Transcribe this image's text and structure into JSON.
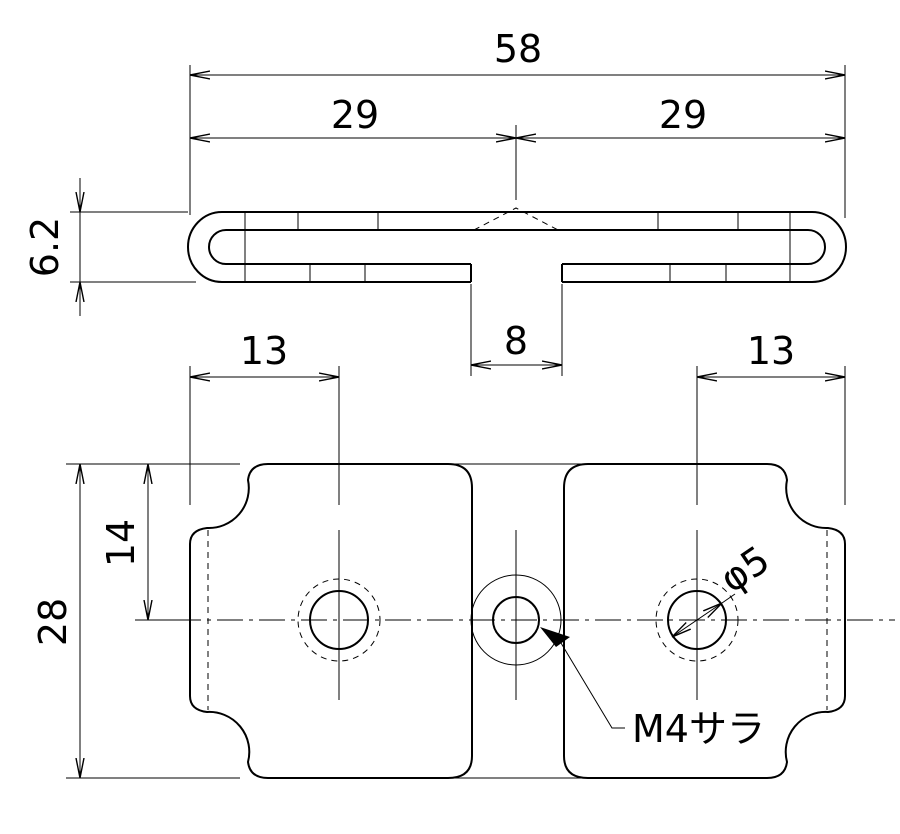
{
  "dimensions": {
    "overall_width": "58",
    "half_left": "29",
    "half_right": "29",
    "thickness": "6.2",
    "stem_width": "8",
    "left_hole_offset": "13",
    "right_hole_offset": "13",
    "half_height": "14",
    "overall_height": "28",
    "hole_diameter": "φ5"
  },
  "callouts": {
    "screw": "M4サラ"
  }
}
